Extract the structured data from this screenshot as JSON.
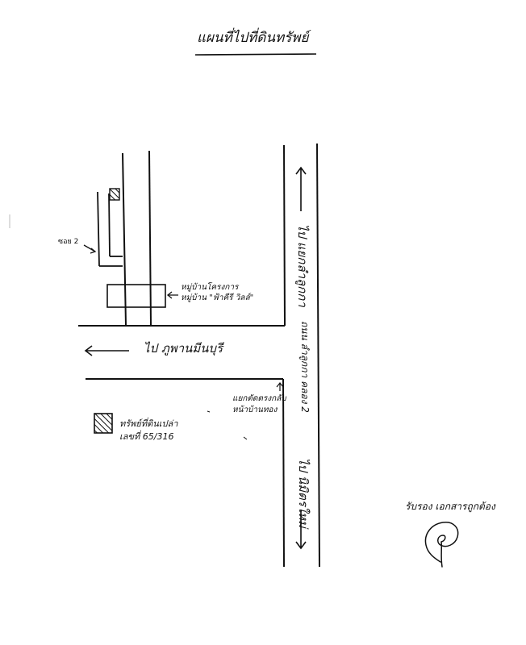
{
  "title": "แผนที่ไปที่ดินทรัพย์",
  "labels": {
    "soi": "ซอย 2",
    "landmark_line1": "หมู่บ้านโครงการ",
    "landmark_line2": "หมู่บ้าน \"ฟ้าคีรี วิลล์\"",
    "to_left": "ไป ภูพานมีนบุรี",
    "to_north": "ไป แยกลำลูกกา",
    "road_name": "ถนน ลำลูกกา คลอง 2",
    "to_south": "ไป นิมิตรใหม่",
    "junction_line1": "แยกตัดตรงกลับ",
    "junction_line2": "หน้าบ้านทอง",
    "site_line1": "ทรัพย์ที่ดินเปล่า",
    "site_line2": "เลขที่ 65/316"
  },
  "signature": {
    "caption": "รับรอง เอกสารถูกต้อง"
  },
  "icons": {
    "site_marker": "hatched-square-icon",
    "small_marker": "hatched-square-icon",
    "arrows": [
      "arrow-up-icon",
      "arrow-down-icon",
      "arrow-left-icon",
      "arrow-right-icon"
    ]
  },
  "colors": {
    "ink": "#111111",
    "paper": "#ffffff"
  }
}
